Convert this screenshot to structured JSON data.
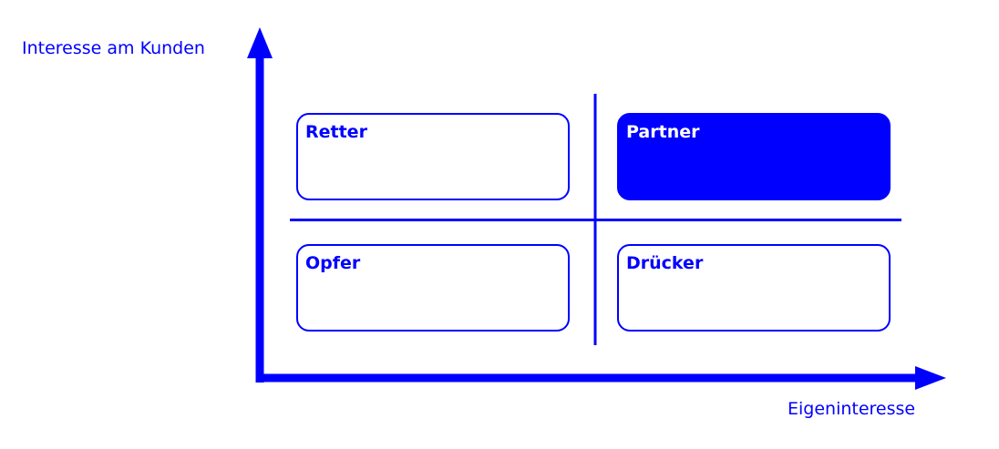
{
  "axes": {
    "y_label": "Interesse am Kunden",
    "x_label": "Eigeninteresse"
  },
  "quadrants": {
    "top_left": {
      "label": "Retter",
      "filled": false
    },
    "top_right": {
      "label": "Partner",
      "filled": true
    },
    "bottom_left": {
      "label": "Opfer",
      "filled": false
    },
    "bottom_right": {
      "label": "Drücker",
      "filled": false
    }
  },
  "colors": {
    "accent": "#0000ff",
    "background": "#ffffff",
    "filled_text": "#ffffff"
  }
}
